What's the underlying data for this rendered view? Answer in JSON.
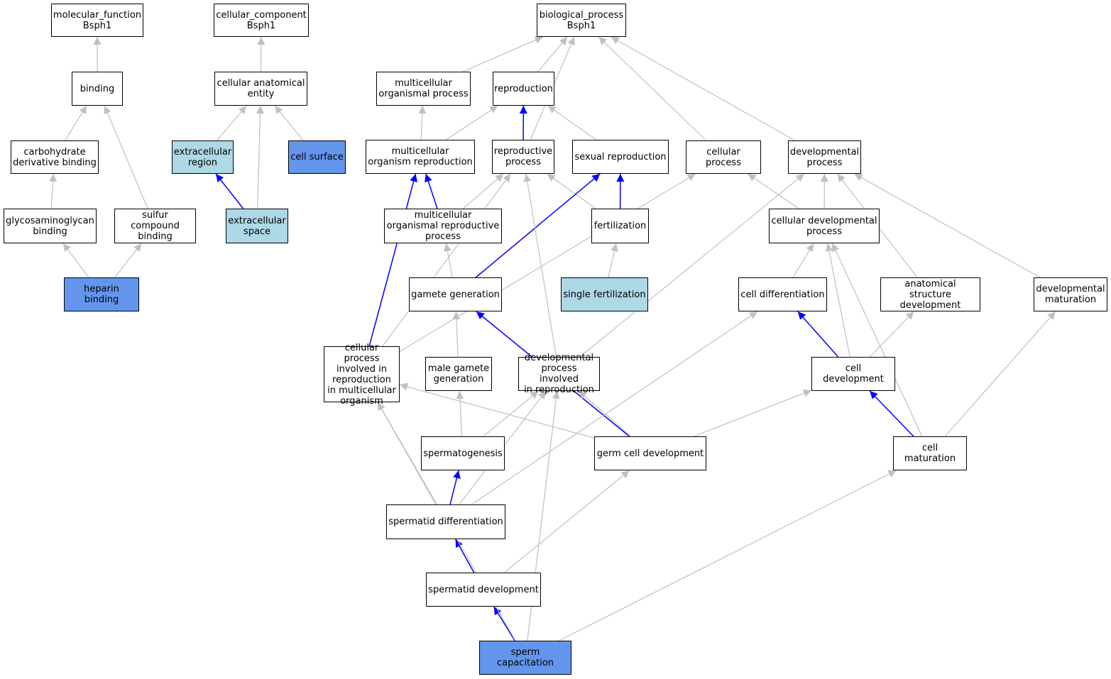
{
  "colors": {
    "default_fill": "#ffffff",
    "highlight": "#6495ed",
    "light": "#add8e6",
    "edge_gray": "#c0c0c0",
    "edge_blue": "#0000ff"
  },
  "nodes": [
    {
      "id": "mf",
      "label": "molecular_function\nBsph1",
      "fill": "#ffffff"
    },
    {
      "id": "cc",
      "label": "cellular_component\nBsph1",
      "fill": "#ffffff"
    },
    {
      "id": "bp",
      "label": "biological_process\nBsph1",
      "fill": "#ffffff"
    },
    {
      "id": "bind",
      "label": "binding",
      "fill": "#ffffff"
    },
    {
      "id": "cae",
      "label": "cellular anatomical\nentity",
      "fill": "#ffffff"
    },
    {
      "id": "mop",
      "label": "multicellular\norganismal process",
      "fill": "#ffffff"
    },
    {
      "id": "repro",
      "label": "reproduction",
      "fill": "#ffffff"
    },
    {
      "id": "cdb",
      "label": "carbohydrate\nderivative binding",
      "fill": "#ffffff"
    },
    {
      "id": "ecr",
      "label": "extracellular\nregion",
      "fill": "#add8e6"
    },
    {
      "id": "cs",
      "label": "cell surface",
      "fill": "#6495ed"
    },
    {
      "id": "mor",
      "label": "multicellular\norganism reproduction",
      "fill": "#ffffff"
    },
    {
      "id": "rp",
      "label": "reproductive\nprocess",
      "fill": "#ffffff"
    },
    {
      "id": "sr",
      "label": "sexual reproduction",
      "fill": "#ffffff"
    },
    {
      "id": "cp",
      "label": "cellular process",
      "fill": "#ffffff"
    },
    {
      "id": "dp",
      "label": "developmental\nprocess",
      "fill": "#ffffff"
    },
    {
      "id": "gagb",
      "label": "glycosaminoglycan\nbinding",
      "fill": "#ffffff"
    },
    {
      "id": "scb",
      "label": "sulfur compound\nbinding",
      "fill": "#ffffff"
    },
    {
      "id": "ecs",
      "label": "extracellular\nspace",
      "fill": "#add8e6"
    },
    {
      "id": "morp",
      "label": "multicellular\norganismal reproductive\nprocess",
      "fill": "#ffffff"
    },
    {
      "id": "fert",
      "label": "fertilization",
      "fill": "#ffffff"
    },
    {
      "id": "cdp",
      "label": "cellular developmental\nprocess",
      "fill": "#ffffff"
    },
    {
      "id": "hb",
      "label": "heparin binding",
      "fill": "#6495ed"
    },
    {
      "id": "gg",
      "label": "gamete generation",
      "fill": "#ffffff"
    },
    {
      "id": "sf",
      "label": "single fertilization",
      "fill": "#add8e6"
    },
    {
      "id": "cdiff",
      "label": "cell differentiation",
      "fill": "#ffffff"
    },
    {
      "id": "asd",
      "label": "anatomical structure\ndevelopment",
      "fill": "#ffffff"
    },
    {
      "id": "dm",
      "label": "developmental\nmaturation",
      "fill": "#ffffff"
    },
    {
      "id": "cpir",
      "label": "cellular process\ninvolved in\nreproduction\nin multicellular\norganism",
      "fill": "#ffffff"
    },
    {
      "id": "mgg",
      "label": "male gamete\ngeneration",
      "fill": "#ffffff"
    },
    {
      "id": "dpir",
      "label": "developmental\nprocess involved\nin reproduction",
      "fill": "#ffffff"
    },
    {
      "id": "cdev",
      "label": "cell development",
      "fill": "#ffffff"
    },
    {
      "id": "sg",
      "label": "spermatogenesis",
      "fill": "#ffffff"
    },
    {
      "id": "gcd",
      "label": "germ cell development",
      "fill": "#ffffff"
    },
    {
      "id": "cm",
      "label": "cell maturation",
      "fill": "#ffffff"
    },
    {
      "id": "sdiff",
      "label": "spermatid differentiation",
      "fill": "#ffffff"
    },
    {
      "id": "sdev",
      "label": "spermatid development",
      "fill": "#ffffff"
    },
    {
      "id": "scap",
      "label": "sperm capacitation",
      "fill": "#6495ed"
    }
  ],
  "edges": [
    {
      "from": "bind",
      "to": "mf",
      "color": "gray"
    },
    {
      "from": "cdb",
      "to": "bind",
      "color": "gray"
    },
    {
      "from": "scb",
      "to": "bind",
      "color": "gray"
    },
    {
      "from": "gagb",
      "to": "cdb",
      "color": "gray"
    },
    {
      "from": "hb",
      "to": "gagb",
      "color": "gray"
    },
    {
      "from": "hb",
      "to": "scb",
      "color": "gray"
    },
    {
      "from": "cae",
      "to": "cc",
      "color": "gray"
    },
    {
      "from": "ecr",
      "to": "cae",
      "color": "gray"
    },
    {
      "from": "cs",
      "to": "cae",
      "color": "gray"
    },
    {
      "from": "ecs",
      "to": "cae",
      "color": "gray"
    },
    {
      "from": "ecs",
      "to": "ecr",
      "color": "blue"
    },
    {
      "from": "mop",
      "to": "bp",
      "color": "gray"
    },
    {
      "from": "repro",
      "to": "bp",
      "color": "gray"
    },
    {
      "from": "rp",
      "to": "bp",
      "color": "gray"
    },
    {
      "from": "cp",
      "to": "bp",
      "color": "gray"
    },
    {
      "from": "dp",
      "to": "bp",
      "color": "gray"
    },
    {
      "from": "mor",
      "to": "mop",
      "color": "gray"
    },
    {
      "from": "mor",
      "to": "repro",
      "color": "gray"
    },
    {
      "from": "rp",
      "to": "repro",
      "color": "blue"
    },
    {
      "from": "sr",
      "to": "repro",
      "color": "gray"
    },
    {
      "from": "morp",
      "to": "mor",
      "color": "blue"
    },
    {
      "from": "morp",
      "to": "rp",
      "color": "gray"
    },
    {
      "from": "fert",
      "to": "rp",
      "color": "gray"
    },
    {
      "from": "fert",
      "to": "sr",
      "color": "blue"
    },
    {
      "from": "gg",
      "to": "morp",
      "color": "gray"
    },
    {
      "from": "gg",
      "to": "sr",
      "color": "blue"
    },
    {
      "from": "sf",
      "to": "fert",
      "color": "gray"
    },
    {
      "from": "cdp",
      "to": "cp",
      "color": "gray"
    },
    {
      "from": "cdp",
      "to": "dp",
      "color": "gray"
    },
    {
      "from": "cdiff",
      "to": "cdp",
      "color": "gray"
    },
    {
      "from": "asd",
      "to": "dp",
      "color": "gray"
    },
    {
      "from": "dm",
      "to": "dp",
      "color": "gray"
    },
    {
      "from": "cpir",
      "to": "mor",
      "color": "blue"
    },
    {
      "from": "cpir",
      "to": "rp",
      "color": "gray"
    },
    {
      "from": "cpir",
      "to": "cp",
      "color": "gray"
    },
    {
      "from": "mgg",
      "to": "gg",
      "color": "gray"
    },
    {
      "from": "dpir",
      "to": "rp",
      "color": "gray"
    },
    {
      "from": "dpir",
      "to": "dp",
      "color": "gray"
    },
    {
      "from": "cdev",
      "to": "cdiff",
      "color": "blue"
    },
    {
      "from": "cdev",
      "to": "cdp",
      "color": "gray"
    },
    {
      "from": "cdev",
      "to": "asd",
      "color": "gray"
    },
    {
      "from": "sg",
      "to": "mgg",
      "color": "gray"
    },
    {
      "from": "sg",
      "to": "dpir",
      "color": "gray"
    },
    {
      "from": "gcd",
      "to": "gg",
      "color": "blue"
    },
    {
      "from": "gcd",
      "to": "cpir",
      "color": "gray"
    },
    {
      "from": "gcd",
      "to": "dpir",
      "color": "gray"
    },
    {
      "from": "gcd",
      "to": "cdev",
      "color": "gray"
    },
    {
      "from": "cm",
      "to": "cdev",
      "color": "blue"
    },
    {
      "from": "cm",
      "to": "cdp",
      "color": "gray"
    },
    {
      "from": "cm",
      "to": "dm",
      "color": "gray"
    },
    {
      "from": "sdiff",
      "to": "sg",
      "color": "blue"
    },
    {
      "from": "sdiff",
      "to": "cpir",
      "color": "gray"
    },
    {
      "from": "sdiff",
      "to": "dpir",
      "color": "gray"
    },
    {
      "from": "sdiff",
      "to": "cdiff",
      "color": "gray"
    },
    {
      "from": "sdev",
      "to": "sdiff",
      "color": "blue"
    },
    {
      "from": "sdev",
      "to": "gcd",
      "color": "gray"
    },
    {
      "from": "scap",
      "to": "sdev",
      "color": "blue"
    },
    {
      "from": "scap",
      "to": "cpir",
      "color": "gray"
    },
    {
      "from": "scap",
      "to": "dpir",
      "color": "gray"
    },
    {
      "from": "scap",
      "to": "cm",
      "color": "gray"
    }
  ]
}
